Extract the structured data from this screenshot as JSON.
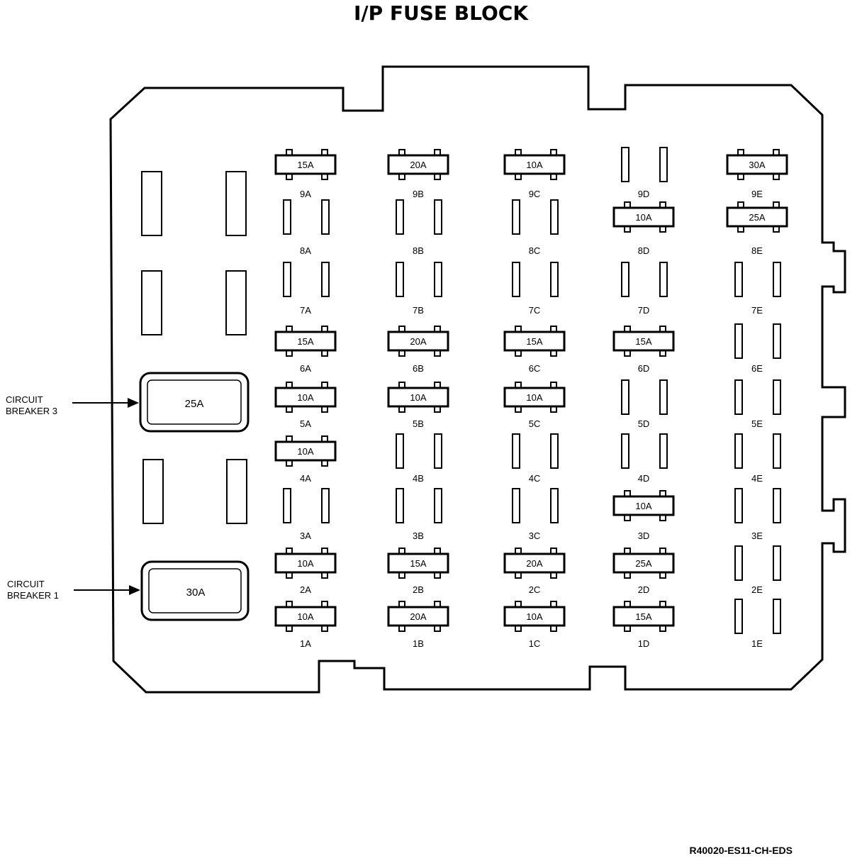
{
  "title": "I/P FUSE BLOCK",
  "drawing_code": "R40020-ES11-CH-EDS",
  "circuit_breakers": [
    {
      "label_line1": "CIRCUIT",
      "label_line2": "BREAKER 3",
      "rating": "25A"
    },
    {
      "label_line1": "CIRCUIT",
      "label_line2": "BREAKER 1",
      "rating": "30A"
    }
  ],
  "columns": [
    "A",
    "B",
    "C",
    "D",
    "E"
  ],
  "rows": [
    "9",
    "8",
    "7",
    "6",
    "5",
    "4",
    "3",
    "2",
    "1"
  ],
  "slots": {
    "9A": "15A",
    "9B": "20A",
    "9C": "10A",
    "9D": "",
    "9E": "30A",
    "8A": "",
    "8B": "",
    "8C": "",
    "8D": "10A",
    "8E": "25A",
    "7A": "",
    "7B": "",
    "7C": "",
    "7D": "",
    "7E": "",
    "6A": "15A",
    "6B": "20A",
    "6C": "15A",
    "6D": "15A",
    "6E": "",
    "5A": "10A",
    "5B": "10A",
    "5C": "10A",
    "5D": "",
    "5E": "",
    "4A": "10A",
    "4B": "",
    "4C": "",
    "4D": "",
    "4E": "",
    "3A": "",
    "3B": "",
    "3C": "",
    "3D": "10A",
    "3E": "",
    "2A": "10A",
    "2B": "15A",
    "2C": "20A",
    "2D": "25A",
    "2E": "",
    "1A": "10A",
    "1B": "20A",
    "1C": "10A",
    "1D": "15A",
    "1E": ""
  }
}
